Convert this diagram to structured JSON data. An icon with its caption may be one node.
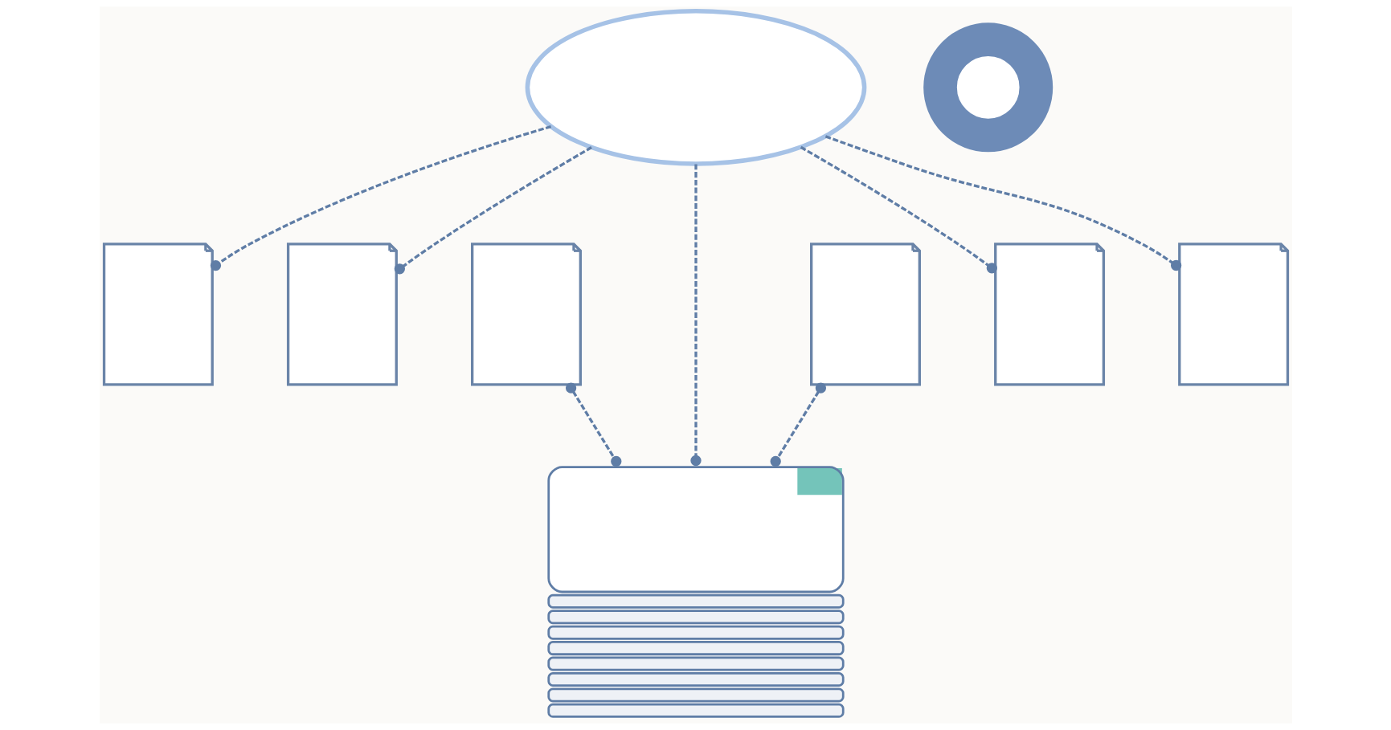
{
  "diagram": {
    "nodes": [
      {
        "text": [],
        "shape": "cloud"
      },
      {
        "text": [],
        "shape": "gear"
      },
      {
        "text": [],
        "shape": "document"
      },
      {
        "text": [],
        "shape": "document"
      },
      {
        "text": [],
        "shape": "document"
      },
      {
        "text": [],
        "shape": "document"
      },
      {
        "text": [],
        "shape": "document"
      },
      {
        "text": [],
        "shape": "document"
      },
      {
        "text": [],
        "shape": "stack"
      }
    ],
    "edges": [
      {
        "from": 0,
        "to": 2,
        "arrow": "other",
        "style": "dashed"
      },
      {
        "from": 0,
        "to": 3,
        "arrow": "other",
        "style": "dashed"
      },
      {
        "from": 4,
        "to": 8,
        "arrow": "other",
        "style": "dashed"
      },
      {
        "from": 0,
        "to": 8,
        "arrow": "other",
        "style": "dashed"
      },
      {
        "from": 5,
        "to": 8,
        "arrow": "other",
        "style": "dashed"
      },
      {
        "from": 0,
        "to": 6,
        "arrow": "other",
        "style": "dashed"
      },
      {
        "from": 0,
        "to": 7,
        "arrow": "other",
        "style": "dashed"
      }
    ]
  }
}
